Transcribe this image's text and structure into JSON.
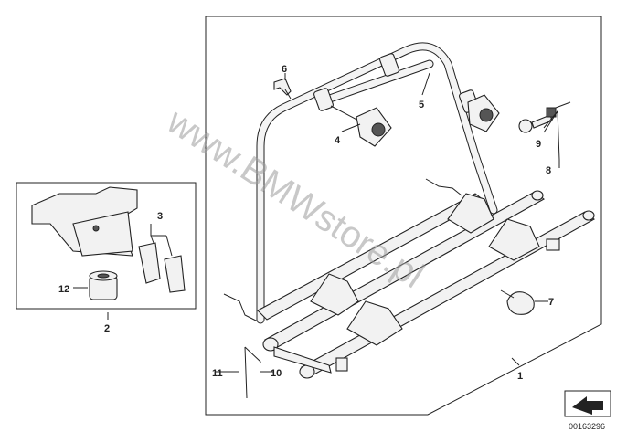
{
  "watermark": "www.BMWstore.pl",
  "reference_number": "00163296",
  "callouts": [
    "1",
    "2",
    "3",
    "4",
    "5",
    "6",
    "7",
    "8",
    "9",
    "10",
    "11",
    "12"
  ]
}
